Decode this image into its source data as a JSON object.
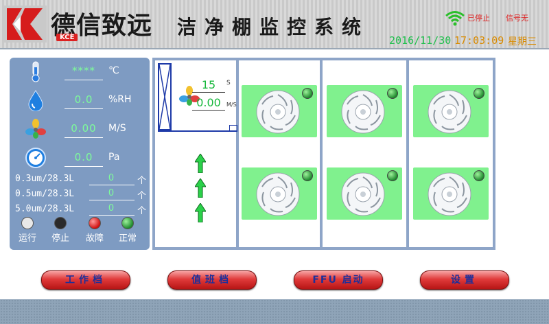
{
  "header": {
    "brand": "德信致远",
    "brand_sub": "KCE",
    "title": "洁净棚监控系统",
    "status_stop": "已停止",
    "status_signal": "信号无",
    "date": "2016/11/30",
    "time": "17:03:09",
    "weekday": "星期三"
  },
  "sensors": [
    {
      "icon": "thermometer-icon",
      "value": "****",
      "unit": "℃"
    },
    {
      "icon": "water-drop-icon",
      "value": "0.0",
      "unit": "%RH"
    },
    {
      "icon": "fan-icon",
      "value": "0.00",
      "unit": "M/S"
    },
    {
      "icon": "pressure-gauge-icon",
      "value": "0.0",
      "unit": "Pa"
    }
  ],
  "particles": [
    {
      "label": "0.3um/28.3L",
      "value": "0",
      "unit": "个"
    },
    {
      "label": "0.5um/28.3L",
      "value": "0",
      "unit": "个"
    },
    {
      "label": "5.0um/28.3L",
      "value": "0",
      "unit": "个"
    }
  ],
  "legend": [
    {
      "label": "运行",
      "color": "#e8e8e8"
    },
    {
      "label": "停止",
      "color": "#2a2a2a"
    },
    {
      "label": "故障",
      "color": "#e02020"
    },
    {
      "label": "正常",
      "color": "#2fa13b"
    }
  ],
  "airflow": {
    "time_value": "15",
    "time_unit": "S",
    "speed_value": "0.00",
    "speed_unit": "M/S"
  },
  "ffu_count": 6,
  "buttons": {
    "work": "工作档",
    "duty": "值班档",
    "ffu_start": "FFU 启动",
    "settings": "设置"
  }
}
